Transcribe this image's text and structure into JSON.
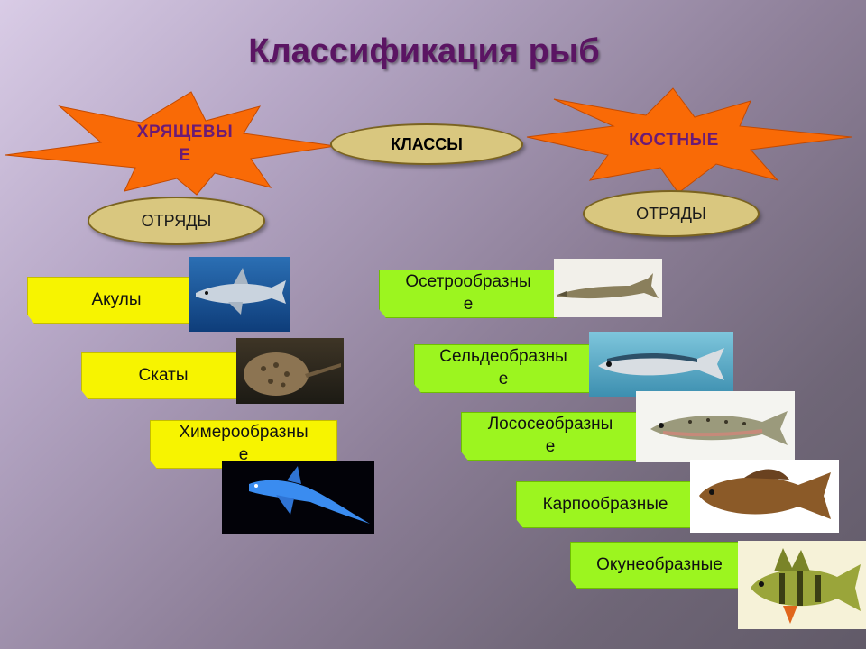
{
  "title": "Классификация рыб",
  "classes_label": "КЛАССЫ",
  "cartilaginous": {
    "label_line1": "ХРЯЩЕВЫ",
    "label_line2": "Е",
    "orders_label": "ОТРЯДЫ",
    "orders": [
      {
        "label": "Акулы",
        "icon": "shark"
      },
      {
        "label": "Скаты",
        "icon": "stingray"
      },
      {
        "label_line1": "Химерообразны",
        "label_line2": "е",
        "icon": "chimaera"
      }
    ]
  },
  "bony": {
    "label": "КОСТНЫЕ",
    "orders_label": "ОТРЯДЫ",
    "orders": [
      {
        "label_line1": "Осетрообразны",
        "label_line2": "е",
        "icon": "sturgeon"
      },
      {
        "label_line1": "Сельдеобразны",
        "label_line2": "е",
        "icon": "herring"
      },
      {
        "label_line1": "Лососеобразны",
        "label_line2": "е",
        "icon": "salmon"
      },
      {
        "label": "Карпообразные",
        "icon": "carp"
      },
      {
        "label": "Окунеобразные",
        "icon": "perch"
      }
    ]
  },
  "colors": {
    "title": "#5b1563",
    "star_fill": "#f96a06",
    "oval_fill": "#d9c77f",
    "tag_yellow": "#f7f400",
    "tag_green": "#9cf51f"
  }
}
